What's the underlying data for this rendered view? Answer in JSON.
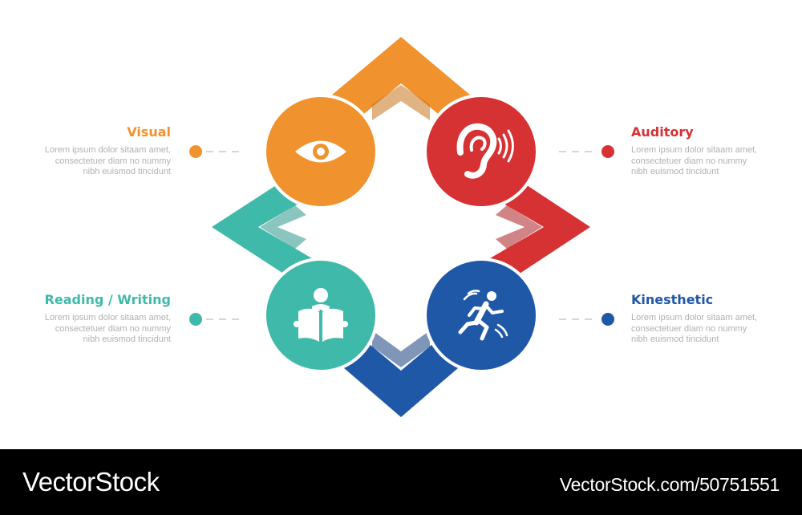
{
  "colors": {
    "visual": "#f0922d",
    "auditory": "#d73233",
    "reading": "#3fb9a9",
    "kinesthetic": "#2058a8",
    "description_gray": "#b1b1b1"
  },
  "sections": {
    "visual": {
      "title": "Visual",
      "desc": [
        "Lorem ipsum dolor sitaam amet,",
        "consectetuer diam no nummy",
        "nibh euismod tincidunt"
      ],
      "icon": "eye-icon"
    },
    "auditory": {
      "title": "Auditory",
      "desc": [
        "Lorem ipsum dolor sitaam amet,",
        "consectetuer diam no nummy",
        "nibh euismod tincidunt"
      ],
      "icon": "ear-icon"
    },
    "reading": {
      "title": "Reading / Writing",
      "desc": [
        "Lorem ipsum dolor sitaam amet,",
        "consectetuer diam no nummy",
        "nibh euismod tincidunt"
      ],
      "icon": "reading-person-icon"
    },
    "kinesthetic": {
      "title": "Kinesthetic",
      "desc": [
        "Lorem ipsum dolor sitaam amet,",
        "consectetuer diam no nummy",
        "nibh euismod tincidunt"
      ],
      "icon": "running-person-icon"
    }
  },
  "footer": {
    "brand": "VectorStock",
    "id_text": "VectorStock.com/50751551"
  }
}
